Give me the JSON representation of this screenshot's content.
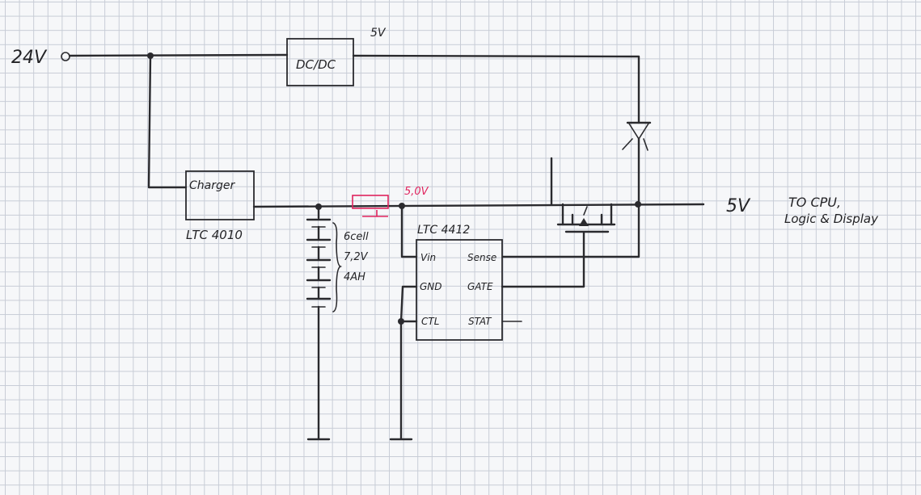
{
  "labels": {
    "input_voltage": "24V",
    "dcdc_output": "5V",
    "dcdc": "DC/DC",
    "charger": "Charger",
    "charger_part": "LTC 4010",
    "battery_cells": "6cell",
    "battery_voltage": "7,2V",
    "battery_capacity": "4AH",
    "measured_voltage": "5,0V",
    "ideal_diode_part": "LTC 4412",
    "pin_vin": "Vin",
    "pin_sense": "Sense",
    "pin_gnd": "GND",
    "pin_gate": "GATE",
    "pin_ctl": "CTL",
    "pin_stat": "STAT",
    "output_voltage": "5V",
    "output_dest_1": "TO CPU,",
    "output_dest_2": "Logic & Display"
  },
  "colors": {
    "ink": "#2a2a2e",
    "annotation": "#e0245e",
    "grid": "#c7ccd6",
    "paper": "#f6f7f9"
  }
}
